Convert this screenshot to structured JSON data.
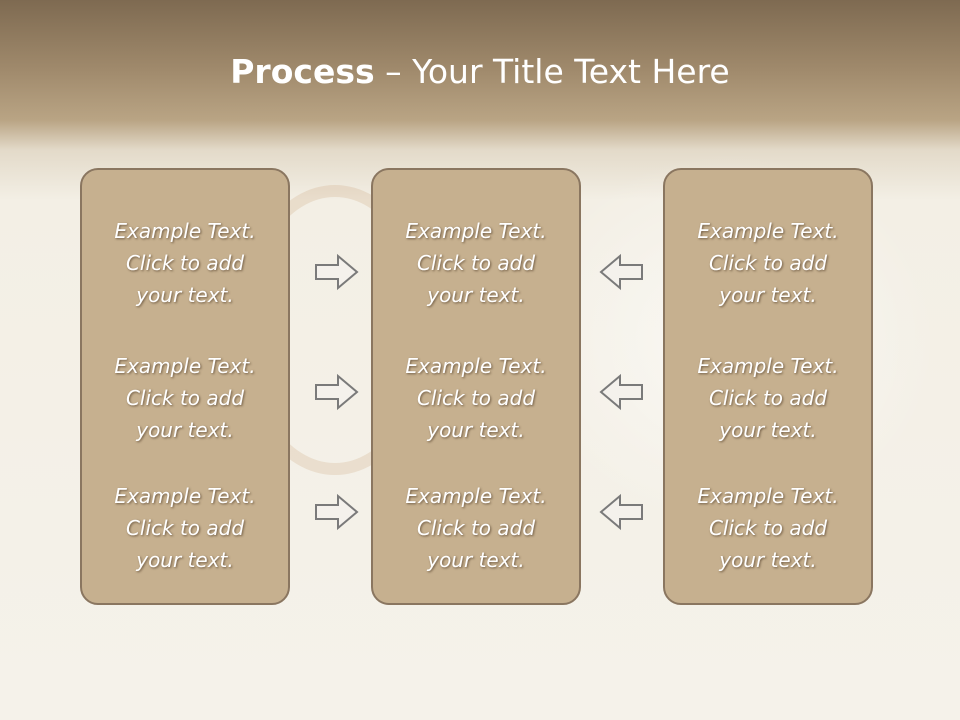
{
  "title": {
    "bold": "Process",
    "rest": " – Your Title Text Here"
  },
  "columns": [
    {
      "items": [
        {
          "l1": "Example Text.",
          "l2": "Click  to add",
          "l3": "your text."
        },
        {
          "l1": "Example Text.",
          "l2": "Click  to add",
          "l3": "your text."
        },
        {
          "l1": "Example Text.",
          "l2": "Click  to add",
          "l3": "your text."
        }
      ]
    },
    {
      "items": [
        {
          "l1": "Example Text.",
          "l2": "Click  to add",
          "l3": "your text."
        },
        {
          "l1": "Example Text.",
          "l2": "Click  to add",
          "l3": "your text."
        },
        {
          "l1": "Example Text.",
          "l2": "Click  to add",
          "l3": "your text."
        }
      ]
    },
    {
      "items": [
        {
          "l1": "Example Text.",
          "l2": "Click  to add",
          "l3": "your text."
        },
        {
          "l1": "Example Text.",
          "l2": "Click  to add",
          "l3": "your text."
        },
        {
          "l1": "Example Text.",
          "l2": "Click  to add",
          "l3": "your text."
        }
      ]
    }
  ],
  "arrows": {
    "left": [
      "right-arrow-icon",
      "right-arrow-icon",
      "right-arrow-icon"
    ],
    "right": [
      "left-arrow-icon",
      "left-arrow-icon",
      "left-arrow-icon"
    ]
  },
  "colors": {
    "panel_fill": "#c6b08f",
    "panel_border": "#8a7660",
    "title_bar": "#8c7759"
  }
}
